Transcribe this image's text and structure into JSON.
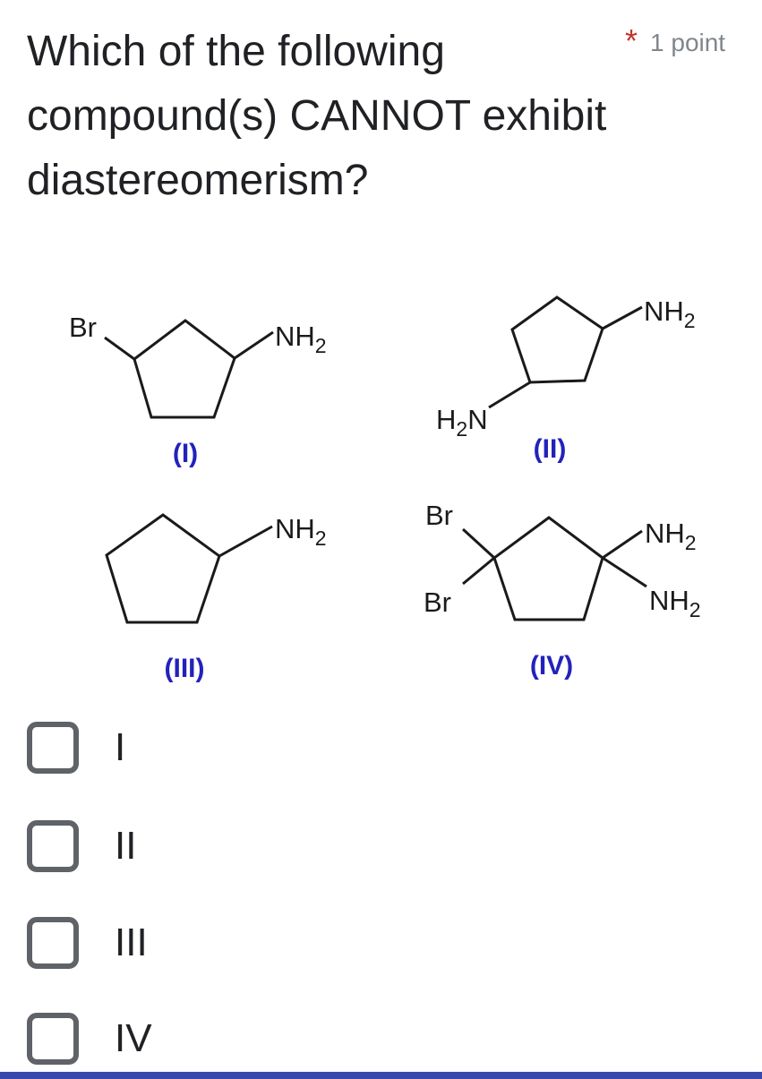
{
  "question": {
    "title": "Which of the following compound(s) CANNOT exhibit diastereomerism?",
    "lines": [
      "Which of the following",
      "compound(s) CANNOT exhibit",
      "diastereomerism?"
    ],
    "required_marker": "*",
    "points_label": "1 point"
  },
  "colors": {
    "title_text": "#202124",
    "points_gray": "#80868b",
    "required_red": "#c4342b",
    "bond_black": "#1a1a1a",
    "caption_blue": "#2222bb",
    "checkbox_border": "#5f6368",
    "bottom_bar_blue": "#3949ab"
  },
  "atoms": {
    "br": "Br",
    "nh": "NH",
    "h": "H",
    "n": "N",
    "sub2": "2"
  },
  "structures": [
    {
      "caption": "(I)",
      "description": "cyclopentane with Br and NH2 substituents"
    },
    {
      "caption": "(II)",
      "description": "cyclopentane with NH2 and H2N substituents"
    },
    {
      "caption": "(III)",
      "description": "cyclopentane with one NH2 substituent"
    },
    {
      "caption": "(IV)",
      "description": "cyclopentane with geminal Br,Br and geminal NH2,NH2"
    }
  ],
  "options": [
    {
      "label": "I"
    },
    {
      "label": "II"
    },
    {
      "label": "III"
    },
    {
      "label": "IV"
    }
  ]
}
